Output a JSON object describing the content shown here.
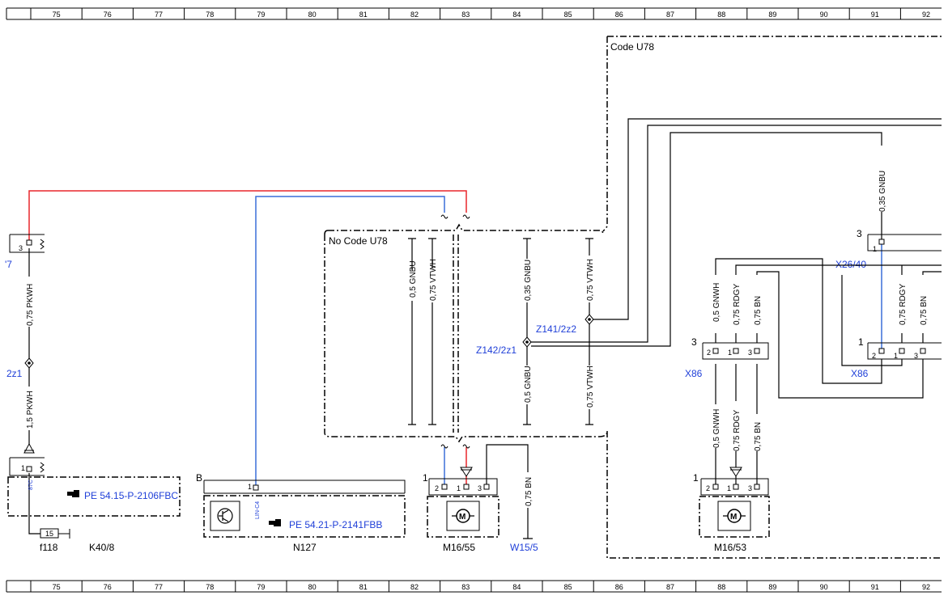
{
  "ruler": {
    "top": [
      "75",
      "76",
      "77",
      "78",
      "79",
      "80",
      "81",
      "82",
      "83",
      "84",
      "85",
      "86",
      "87",
      "88",
      "89",
      "90",
      "91",
      "92"
    ],
    "bottom": [
      "75",
      "76",
      "77",
      "78",
      "79",
      "80",
      "81",
      "82",
      "83",
      "84",
      "85",
      "86",
      "87",
      "88",
      "89",
      "90",
      "91",
      "92"
    ]
  },
  "codes": {
    "with": "Code U78",
    "without": "No Code U78"
  },
  "wires": {
    "pkwh_075": "0,75 PKWH",
    "pkwh_15": "1,5 PKWH",
    "gnbu_05": "0,5 GNBU",
    "vtwh_075_a": "0,75 VTWH",
    "gnbu_035_a": "0,35 GNBU",
    "vtwh_075_b": "0,75 VTWH",
    "gnbu_05_b": "0,5 GNBU",
    "vtwh_075_c": "0,75 VTWH",
    "bn_075_a": "0,75 BN",
    "gnwh_05_a": "0,5 GNWH",
    "rdgy_075_a": "0,75 RDGY",
    "bn_075_b": "0,75 BN",
    "gnbu_035_b": "0,35 GNBU",
    "rdgy_075_b": "0,75 RDGY",
    "bn_075_c": "0,75 BN",
    "gnwh_05_b": "0,5 GNWH",
    "rdgy_075_c": "0,75 RDGY",
    "bn_075_d": "0,75 BN"
  },
  "links": {
    "k40_ref": "PE 54.15-P-2106FBC",
    "n127_ref": "PE 54.21-P-2141FBB",
    "left_cut": "'7",
    "splice_left": "2z1",
    "splice_z141": "Z141/2z2",
    "splice_z142": "Z142/2z1",
    "x86_left": "X86",
    "x86_right": "X86",
    "x26": "X26/40",
    "w15": "W15/5"
  },
  "components": {
    "f118": "f118",
    "k40": "K40/8",
    "n127": "N127",
    "m1655": "M16/55",
    "m1653": "M16/53"
  },
  "pins": {
    "k40_top": "3",
    "k40_conn": "1",
    "k40_pin": "87C",
    "fuse": "15",
    "n127_conn": "B",
    "n127_pin": "1",
    "n127_lin": "LIN-C4",
    "m1655_conn": "1",
    "m1655_p2": "2",
    "m1655_p1": "1",
    "m1655_p3": "3",
    "x86l_conn": "3",
    "x86l_p2": "2",
    "x86l_p1": "1",
    "x86l_p3": "3",
    "x86r_conn": "1",
    "x86r_p2": "2",
    "x86r_p1": "1",
    "x86r_p3": "3",
    "x26_conn": "3",
    "x26_pin": "1",
    "m1653_conn": "1",
    "m1653_p2": "2",
    "m1653_p1": "1",
    "m1653_p3": "3"
  },
  "colors": {
    "red": "#e8262b",
    "blue": "#3a6fd8",
    "link": "#1f3fd8",
    "line": "#000000"
  }
}
